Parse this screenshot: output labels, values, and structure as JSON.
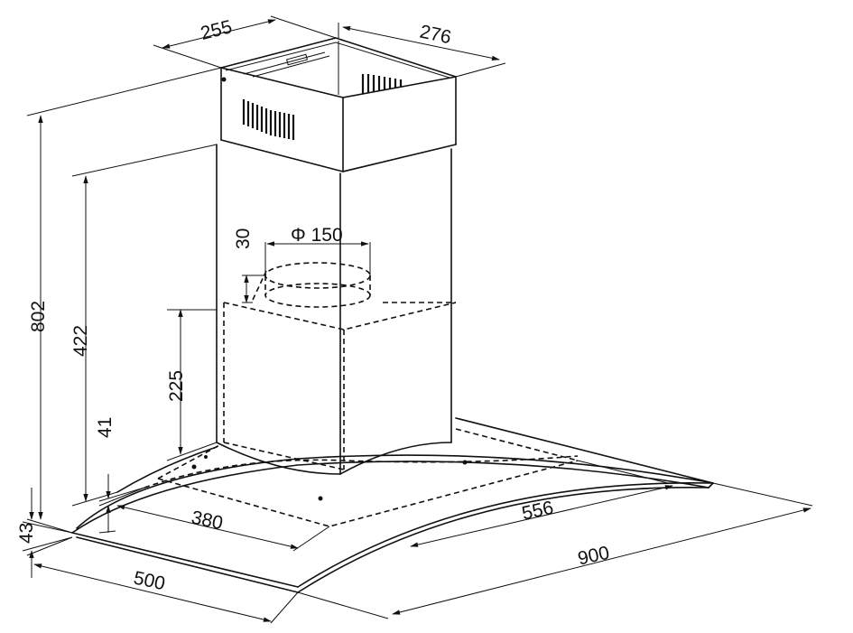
{
  "diagram": {
    "dimensions": {
      "top_width": "255",
      "top_depth": "276",
      "total_height": "802",
      "chimney_height": "422",
      "outlet_height": "30",
      "outlet_diameter": "Φ 150",
      "lower_chimney_height": "225",
      "canopy_height": "41",
      "glass_thickness": "43",
      "back_depth": "380",
      "back_width": "556",
      "overall_width": "900",
      "overall_depth": "500"
    },
    "colors": {
      "line": "#111111",
      "background": "#ffffff"
    }
  }
}
